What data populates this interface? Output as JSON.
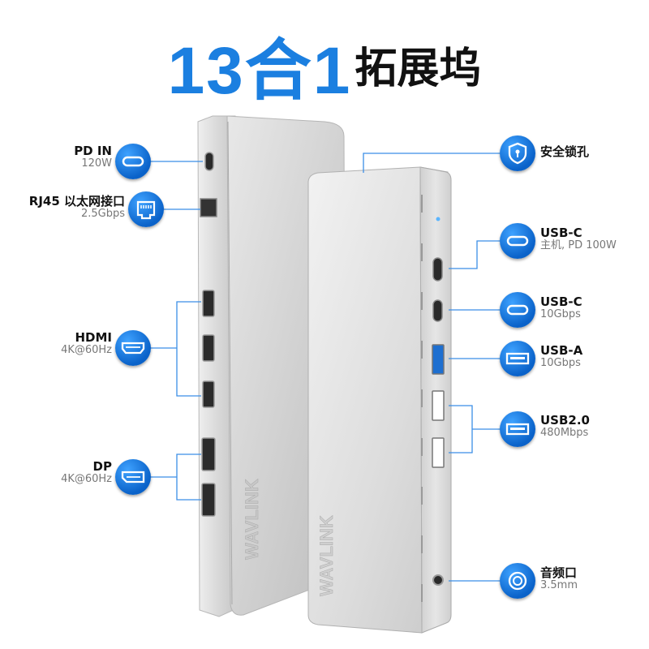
{
  "title": {
    "number": "13合1",
    "text": "拓展坞"
  },
  "product": {
    "brand": "WAVLINK"
  },
  "left_ports": [
    {
      "name": "PD IN",
      "sub": "120W",
      "icon": "usb-c-icon"
    },
    {
      "name": "RJ45 以太网接口",
      "sub": "2.5Gbps",
      "icon": "ethernet-icon"
    },
    {
      "name": "HDMI",
      "sub": "4K@60Hz",
      "icon": "hdmi-icon"
    },
    {
      "name": "DP",
      "sub": "4K@60Hz",
      "icon": "displayport-icon"
    }
  ],
  "right_ports": [
    {
      "name": "安全锁孔",
      "sub": "",
      "icon": "lock-icon"
    },
    {
      "name": "USB-C",
      "sub": "主机, PD 100W",
      "icon": "usb-c-icon"
    },
    {
      "name": "USB-C",
      "sub": "10Gbps",
      "icon": "usb-c-icon"
    },
    {
      "name": "USB-A",
      "sub": "10Gbps",
      "icon": "usb-a-icon"
    },
    {
      "name": "USB2.0",
      "sub": "480Mbps",
      "icon": "usb-a-icon"
    },
    {
      "name": "音频口",
      "sub": "3.5mm",
      "icon": "audio-jack-icon"
    }
  ],
  "colors": {
    "accent": "#1b7fe0",
    "leader": "#3b8ee6",
    "device": "#d6d6d6"
  }
}
